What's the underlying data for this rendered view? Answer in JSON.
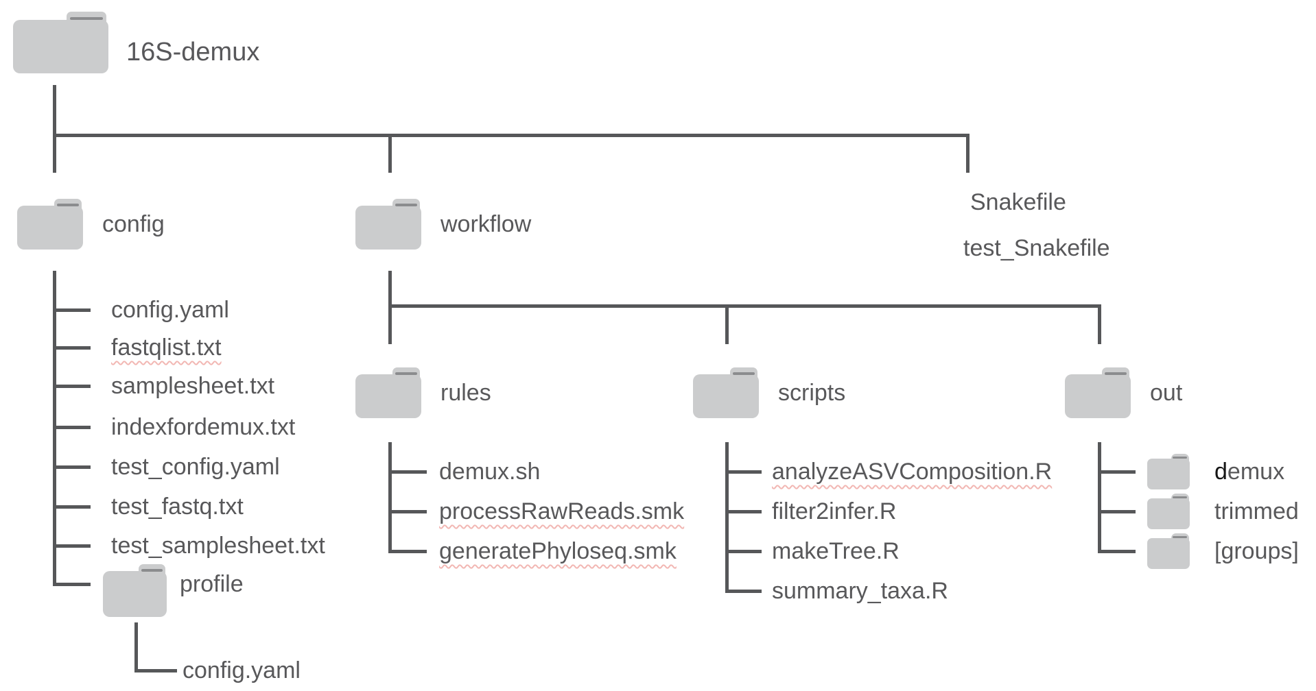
{
  "diagram": {
    "root": {
      "label": "16S-demux"
    },
    "config": {
      "label": "config",
      "files": [
        "config.yaml",
        "fastqlist.txt",
        "samplesheet.txt",
        "indexfordemux.txt",
        "test_config.yaml",
        "test_fastq.txt",
        "test_samplesheet.txt"
      ],
      "profile": {
        "label": "profile",
        "files": [
          "config.yaml"
        ]
      }
    },
    "workflow": {
      "label": "workflow",
      "rules": {
        "label": "rules",
        "files": [
          "demux.sh",
          "processRawReads.smk",
          "generatePhyloseq.smk"
        ]
      },
      "scripts": {
        "label": "scripts",
        "files": [
          "analyzeASVComposition.R",
          "filter2infer.R",
          "makeTree.R",
          "summary_taxa.R"
        ]
      },
      "out": {
        "label": "out",
        "folders": [
          "demux",
          "trimmed",
          "[groups]"
        ]
      }
    },
    "root_files": [
      "Snakefile",
      "test_Snakefile"
    ]
  },
  "colors": {
    "line": "#565759",
    "text": "#58585a",
    "folder_body": "#cbcccd",
    "folder_tab_stripe": "#8b8c8e",
    "misspell_underline": "#f2b7b3",
    "demux_first_letter": "#161616"
  }
}
